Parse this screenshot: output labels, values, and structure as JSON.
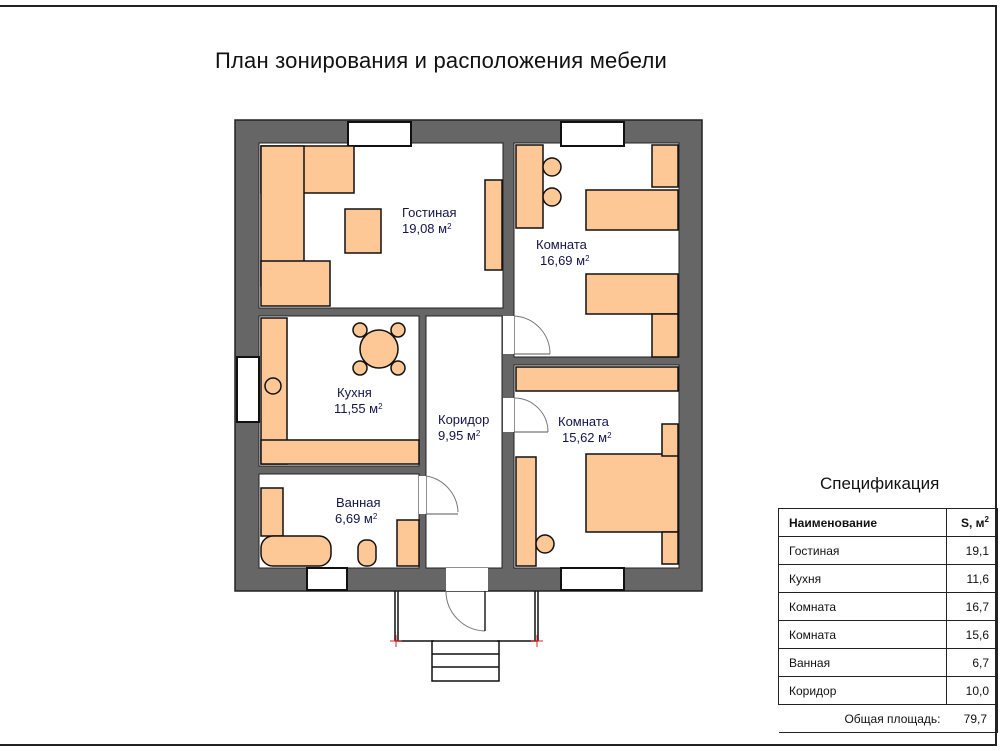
{
  "title": "План зонирования и расположения мебели",
  "colors": {
    "wall": "#666666",
    "furniture": "#fdc896",
    "outline": "#111111",
    "label_text": "#14144a"
  },
  "rooms": [
    {
      "name": "Гостиная",
      "area": "19,08 м",
      "unit_sup": "2"
    },
    {
      "name": "Комната",
      "area": "16,69 м",
      "unit_sup": "2"
    },
    {
      "name": "Кухня",
      "area": "11,55 м",
      "unit_sup": "2"
    },
    {
      "name": "Коридор",
      "area": "9,95 м",
      "unit_sup": "2"
    },
    {
      "name": "Комната",
      "area": "15,62 м",
      "unit_sup": "2"
    },
    {
      "name": "Ванная",
      "area": "6,69 м",
      "unit_sup": "2"
    }
  ],
  "specification": {
    "title": "Спецификация",
    "headers": {
      "name": "Наименование",
      "area": "S, м",
      "area_sup": "2"
    },
    "rows": [
      {
        "name": "Гостиная",
        "area": "19,1"
      },
      {
        "name": "Кухня",
        "area": "11,6"
      },
      {
        "name": "Комната",
        "area": "16,7"
      },
      {
        "name": "Комната",
        "area": "15,6"
      },
      {
        "name": "Ванная",
        "area": "6,7"
      },
      {
        "name": "Коридор",
        "area": "10,0"
      }
    ],
    "total_label": "Общая площадь:",
    "total_value": "79,7"
  }
}
